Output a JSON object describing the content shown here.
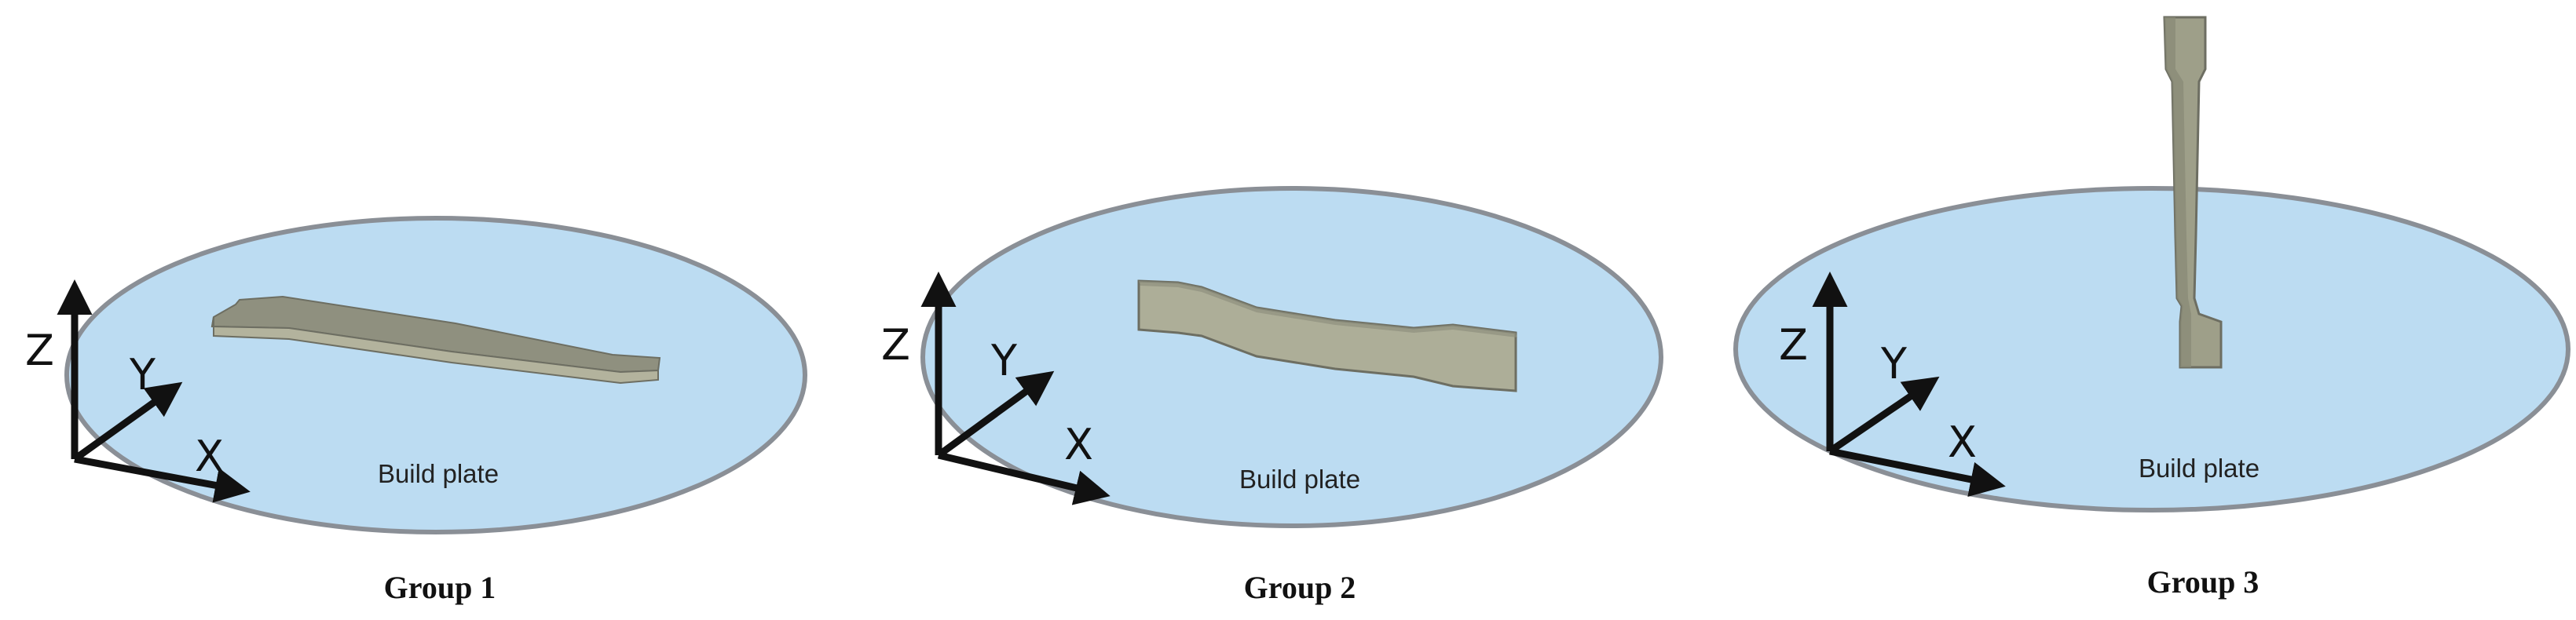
{
  "panels": [
    {
      "caption": "Group 1",
      "plate_label": "Build plate",
      "axes": {
        "z": "Z",
        "y": "Y",
        "x": "X"
      }
    },
    {
      "caption": "Group 2",
      "plate_label": "Build plate",
      "axes": {
        "z": "Z",
        "y": "Y",
        "x": "X"
      }
    },
    {
      "caption": "Group 3",
      "plate_label": "Build plate",
      "axes": {
        "z": "Z",
        "y": "Y",
        "x": "X"
      }
    }
  ],
  "colors": {
    "plate_fill": "#bcdcf2",
    "plate_edge": "#8a8f96",
    "specimen_top": "#8f907f",
    "specimen_side": "#b3b39d",
    "specimen_dark": "#6d6e62",
    "axis": "#111111"
  }
}
